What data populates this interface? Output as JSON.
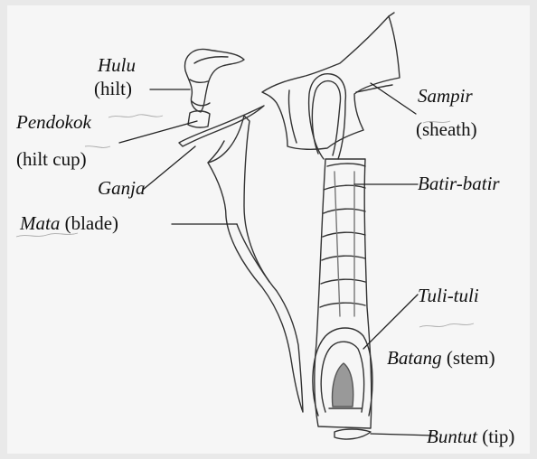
{
  "labels": {
    "hulu": "Hulu",
    "hulu_en": "(hilt)",
    "pendokok": "Pendokok",
    "pendokok_en": "(hilt cup)",
    "ganja": "Ganja",
    "mata": "Mata",
    "mata_en": "(blade)",
    "sampir": "Sampir",
    "sampir_en": "(sheath)",
    "batir": "Batir-batir",
    "tuli": "Tuli-tuli",
    "batang": "Batang",
    "batang_en": "(stem)",
    "buntut": "Buntut",
    "buntut_en": "(tip)"
  }
}
